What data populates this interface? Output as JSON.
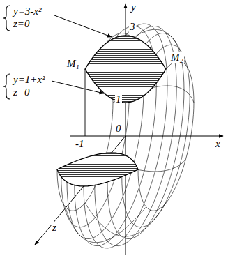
{
  "diagram": {
    "labels": [
      "y=3-x²",
      "z=0",
      "y=1+x²",
      "z=0",
      "M₁",
      "M₂",
      "y",
      "3",
      "1",
      "0",
      "-1",
      "x",
      "z"
    ]
  }
}
